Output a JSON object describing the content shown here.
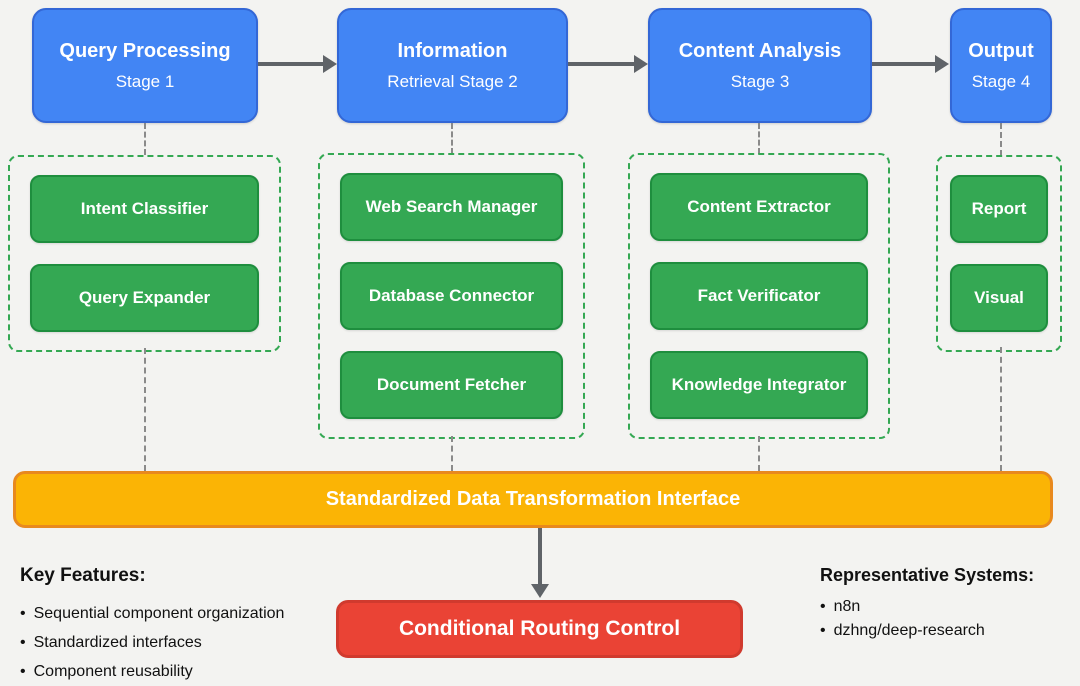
{
  "stages": [
    {
      "title": "Query Processing",
      "subtitle": "Stage 1"
    },
    {
      "title": "Information",
      "subtitle": "Retrieval Stage 2"
    },
    {
      "title": "Content Analysis",
      "subtitle": "Stage 3"
    },
    {
      "title": "Output",
      "subtitle": "Stage 4"
    }
  ],
  "groups": [
    {
      "components": [
        "Intent Classifier",
        "Query Expander"
      ]
    },
    {
      "components": [
        "Web Search Manager",
        "Database Connector",
        "Document Fetcher"
      ]
    },
    {
      "components": [
        "Content Extractor",
        "Fact Verificator",
        "Knowledge Integrator"
      ]
    },
    {
      "components": [
        "Report",
        "Visual"
      ]
    }
  ],
  "interface_bar": {
    "label": "Standardized Data Transformation Interface"
  },
  "routing": {
    "label": "Conditional Routing Control"
  },
  "key_features": {
    "title": "Key Features:",
    "items": [
      "Sequential component organization",
      "Standardized interfaces",
      "Component reusability"
    ]
  },
  "representative_systems": {
    "title": "Representative Systems:",
    "items": [
      "n8n",
      "dzhng/deep-research"
    ]
  },
  "colors": {
    "stage_fill": "#4285f4",
    "stage_border": "#3367d6",
    "component_fill": "#34a853",
    "component_border": "#1e8e3e",
    "group_border": "#34a853",
    "interface_fill": "#fbb405",
    "interface_border": "#e8891e",
    "routing_fill": "#ea4335",
    "routing_border": "#d03a2e",
    "arrow": "#5f6368",
    "connector": "#8a8a8a"
  }
}
